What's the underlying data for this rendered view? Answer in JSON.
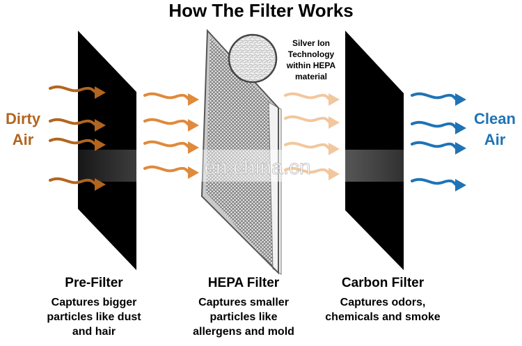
{
  "title": "How The Filter Works",
  "inlet": {
    "line1": "Dirty",
    "line2": "Air",
    "color": "#b2651f"
  },
  "outlet": {
    "line1": "Clean",
    "line2": "Air",
    "color": "#1f73b5"
  },
  "callout": {
    "line1": "Silver Ion",
    "line2": "Technology",
    "line3": "within HEPA",
    "line4": "material"
  },
  "filters": [
    {
      "name": "Pre-Filter",
      "desc": [
        "Captures bigger",
        "particles like dust",
        "and hair"
      ]
    },
    {
      "name": "HEPA Filter",
      "desc": [
        "Captures smaller",
        "particles like",
        "allergens and mold"
      ]
    },
    {
      "name": "Carbon Filter",
      "desc": [
        "Captures odors,",
        "chemicals and smoke"
      ]
    }
  ],
  "watermark": "en.china.cn",
  "colors": {
    "dirty": "#b2651f",
    "mid": "#df8a3c",
    "faded": "#f2c79d",
    "clean": "#1f73b5"
  }
}
